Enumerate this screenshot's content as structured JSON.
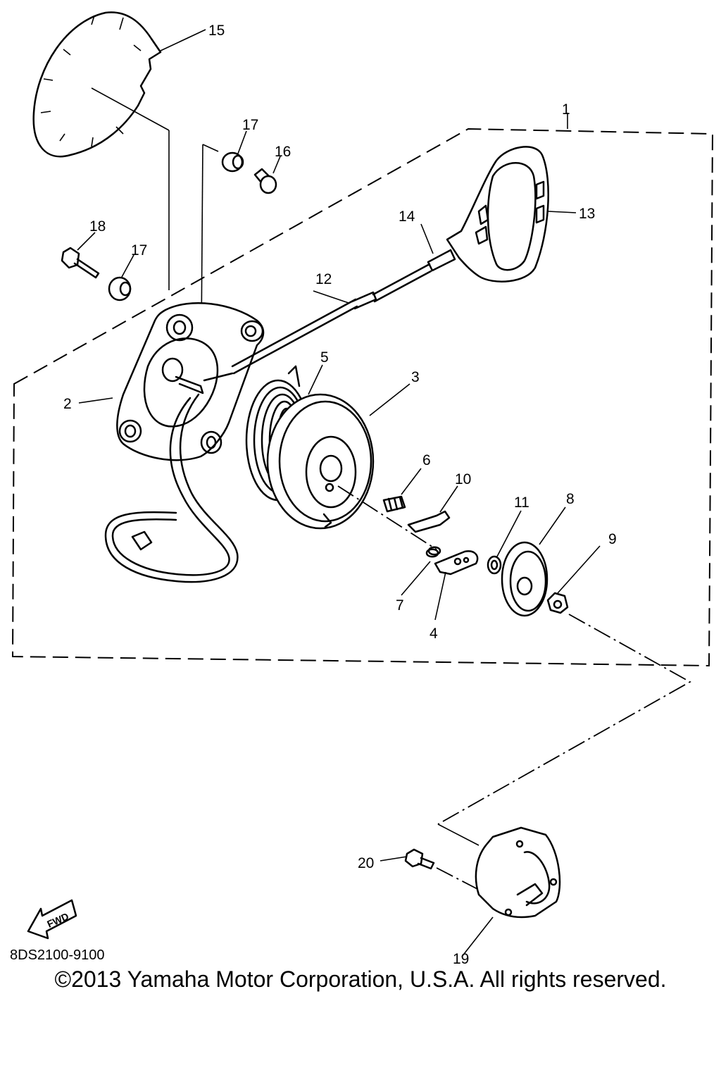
{
  "diagram_code": "8DS2100-9100",
  "copyright": "©2013 Yamaha Motor Corporation, U.S.A. All rights reserved.",
  "fwd_label": "FWD",
  "callouts": {
    "c1": "1",
    "c2": "2",
    "c3": "3",
    "c4": "4",
    "c5": "5",
    "c6": "6",
    "c7": "7",
    "c8": "8",
    "c9": "9",
    "c10": "10",
    "c11": "11",
    "c12": "12",
    "c13": "13",
    "c14": "14",
    "c15": "15",
    "c16": "16",
    "c17a": "17",
    "c17b": "17",
    "c18": "18",
    "c19": "19",
    "c20": "20"
  }
}
